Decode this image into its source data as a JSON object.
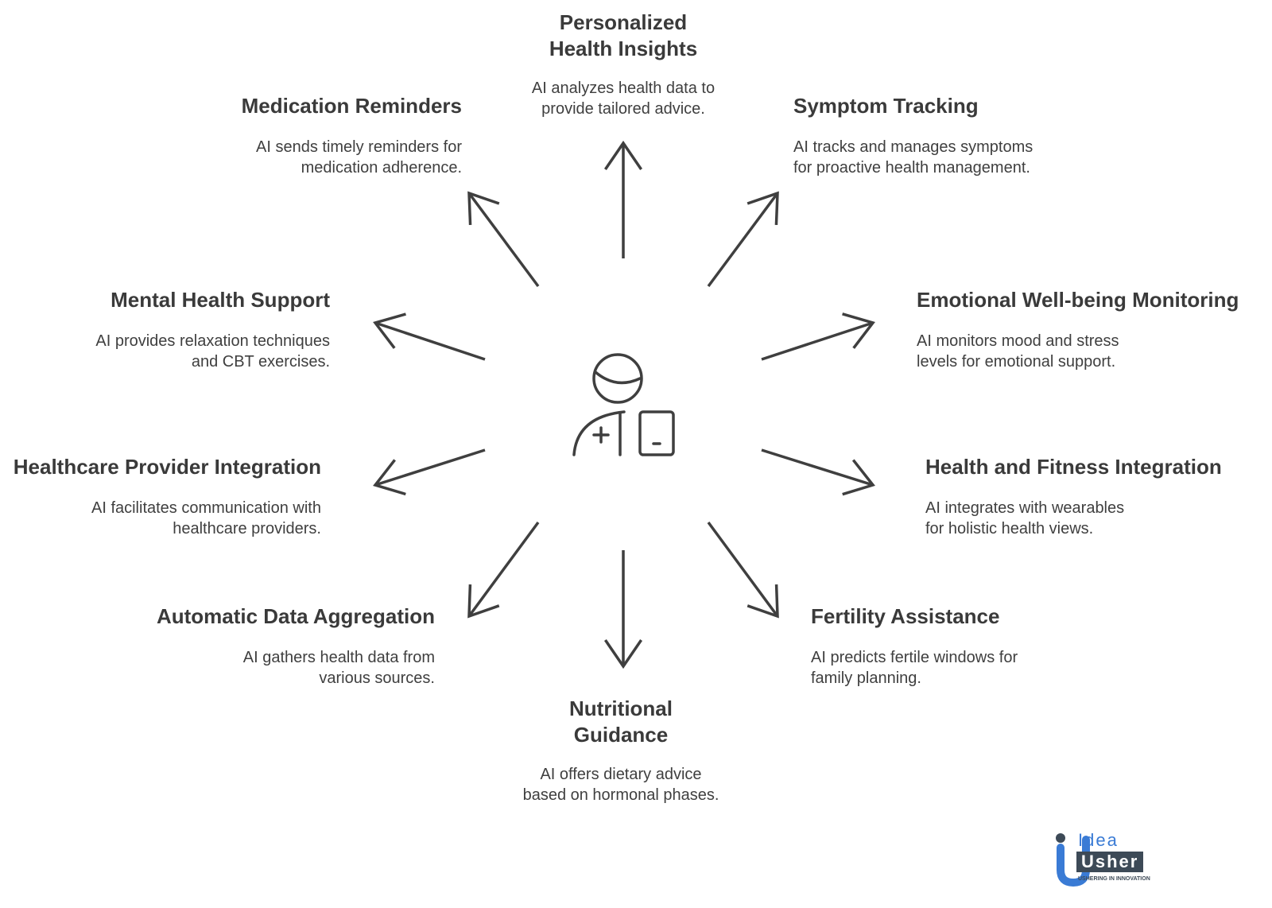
{
  "center": {
    "icon": "doctor-with-tablet-icon"
  },
  "nodes": {
    "personalized": {
      "title_l1": "Personalized",
      "title_l2": "Health Insights",
      "desc_l1": "AI analyzes health data to",
      "desc_l2": "provide tailored advice."
    },
    "medication": {
      "title": "Medication Reminders",
      "desc_l1": "AI sends timely reminders for",
      "desc_l2": "medication adherence."
    },
    "symptom": {
      "title": "Symptom Tracking",
      "desc_l1": "AI tracks and manages symptoms",
      "desc_l2": "for proactive health management."
    },
    "mental": {
      "title": "Mental Health Support",
      "desc_l1": "AI provides relaxation techniques",
      "desc_l2": "and CBT exercises."
    },
    "emotional": {
      "title": "Emotional Well-being Monitoring",
      "desc_l1": "AI monitors mood and stress",
      "desc_l2": "levels for emotional support."
    },
    "provider": {
      "title": "Healthcare Provider Integration",
      "desc_l1": "AI facilitates communication with",
      "desc_l2": "healthcare providers."
    },
    "fitness": {
      "title": "Health and Fitness Integration",
      "desc_l1": "AI integrates with wearables",
      "desc_l2": "for holistic health views."
    },
    "aggregation": {
      "title": "Automatic Data Aggregation",
      "desc_l1": "AI gathers health data from",
      "desc_l2": "various sources."
    },
    "fertility": {
      "title": "Fertility Assistance",
      "desc_l1": "AI predicts fertile windows for",
      "desc_l2": "family planning."
    },
    "nutrition": {
      "title_l1": "Nutritional",
      "title_l2": "Guidance",
      "desc_l1": "AI offers dietary advice",
      "desc_l2": "based on hormonal phases."
    }
  },
  "logo": {
    "line1": "Idea",
    "line2": "Usher",
    "tagline": "USHERING IN INNOVATION"
  },
  "colors": {
    "text": "#3a3a3a",
    "stroke": "#3f3f3f",
    "logo_blue": "#3a7bd5",
    "logo_dark": "#3d4a57"
  }
}
